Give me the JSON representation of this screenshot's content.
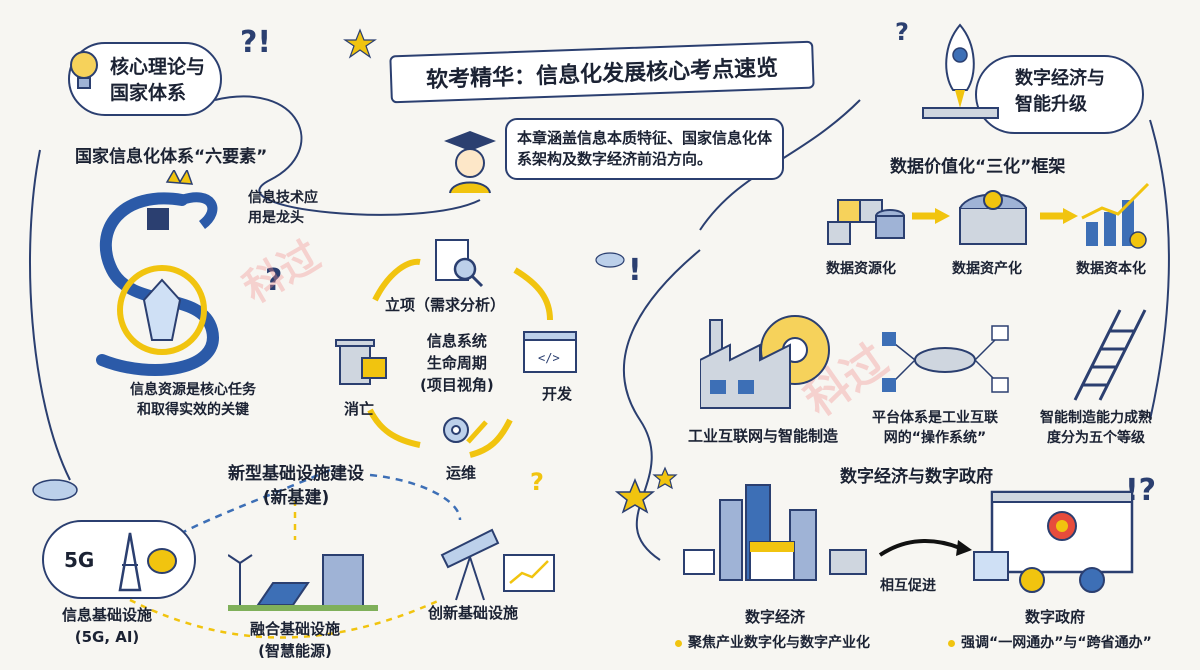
{
  "title": "软考精华：信息化发展核心考点速览",
  "intro": "本章涵盖信息本质特征、国家信息化体系架构及数字经济前沿方向。",
  "watermark": "科过",
  "left_section": {
    "cloud_label": "核心理论与\n国家体系",
    "six_elements_title": "国家信息化体系“六要素”",
    "tech_app": "信息技术应\n用是龙头",
    "resources": "信息资源是核心任务\n和取得实效的关键"
  },
  "lifecycle": {
    "center": "信息系统\n生命周期\n(项目视角)",
    "stage_initiation": "立项（需求分析）",
    "stage_dev": "开发",
    "stage_ops": "运维",
    "stage_retire": "消亡"
  },
  "infrastructure": {
    "title": "新型基础设施建设\n(新基建)",
    "info": "信息基础设施\n(5G, AI)",
    "info_icon_text": "5G",
    "fusion": "融合基础设施\n(智慧能源)",
    "innovation": "创新基础设施"
  },
  "right_section": {
    "cloud_label": "数字经济与\n智能升级",
    "three_title": "数据价值化“三化”框架",
    "three": [
      "数据资源化",
      "数据资产化",
      "数据资本化"
    ],
    "industrial_internet": "工业互联网与智能制造",
    "platform": "平台体系是工业互联\n网的“操作系统”",
    "capability": "智能制造能力成熟\n度分为五个等级",
    "econ_gov_title": "数字经济与数字政府",
    "mutual": "相互促进",
    "digital_economy": "数字经济",
    "digital_economy_note": "聚焦产业数字化与数字产业化",
    "digital_gov": "数字政府",
    "digital_gov_note": "强调“一网通办”与“跨省通办”"
  }
}
